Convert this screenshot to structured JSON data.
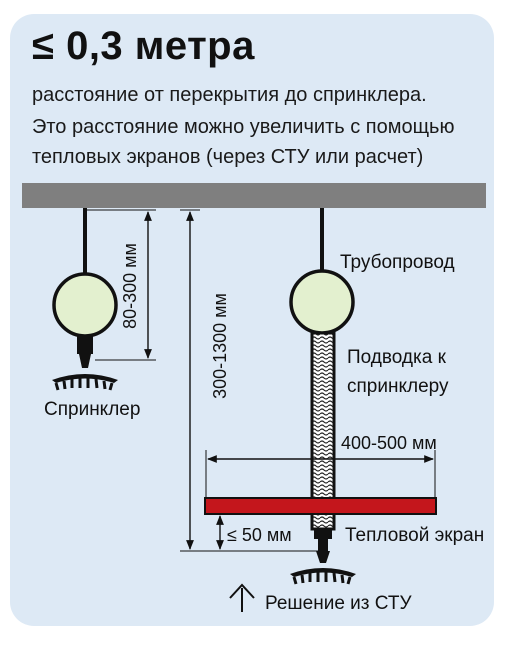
{
  "header": {
    "title": "≤ 0,3 метра",
    "description_lines": [
      "расстояние от перекрытия до спринклера.",
      "Это расстояние можно увеличить с помощью",
      "тепловых экранов (через СТУ или расчет)"
    ]
  },
  "labels": {
    "sprinkler": "Спринклер",
    "pipeline": "Трубопровод",
    "connection_line1": "Подводка к",
    "connection_line2": "спринклеру",
    "dim_80_300": "80-300 мм",
    "dim_300_1300": "300-1300 мм",
    "dim_400_500": "400-500 мм",
    "dim_50": "≤ 50 мм",
    "heat_shield": "Тепловой экран",
    "solution": "Решение из СТУ"
  },
  "colors": {
    "card_background": "#dde9f5",
    "ceiling": "#7f7f7f",
    "pipe_fill": "#e3f0cf",
    "heat_shield": "#c4161c",
    "line": "#111111"
  }
}
